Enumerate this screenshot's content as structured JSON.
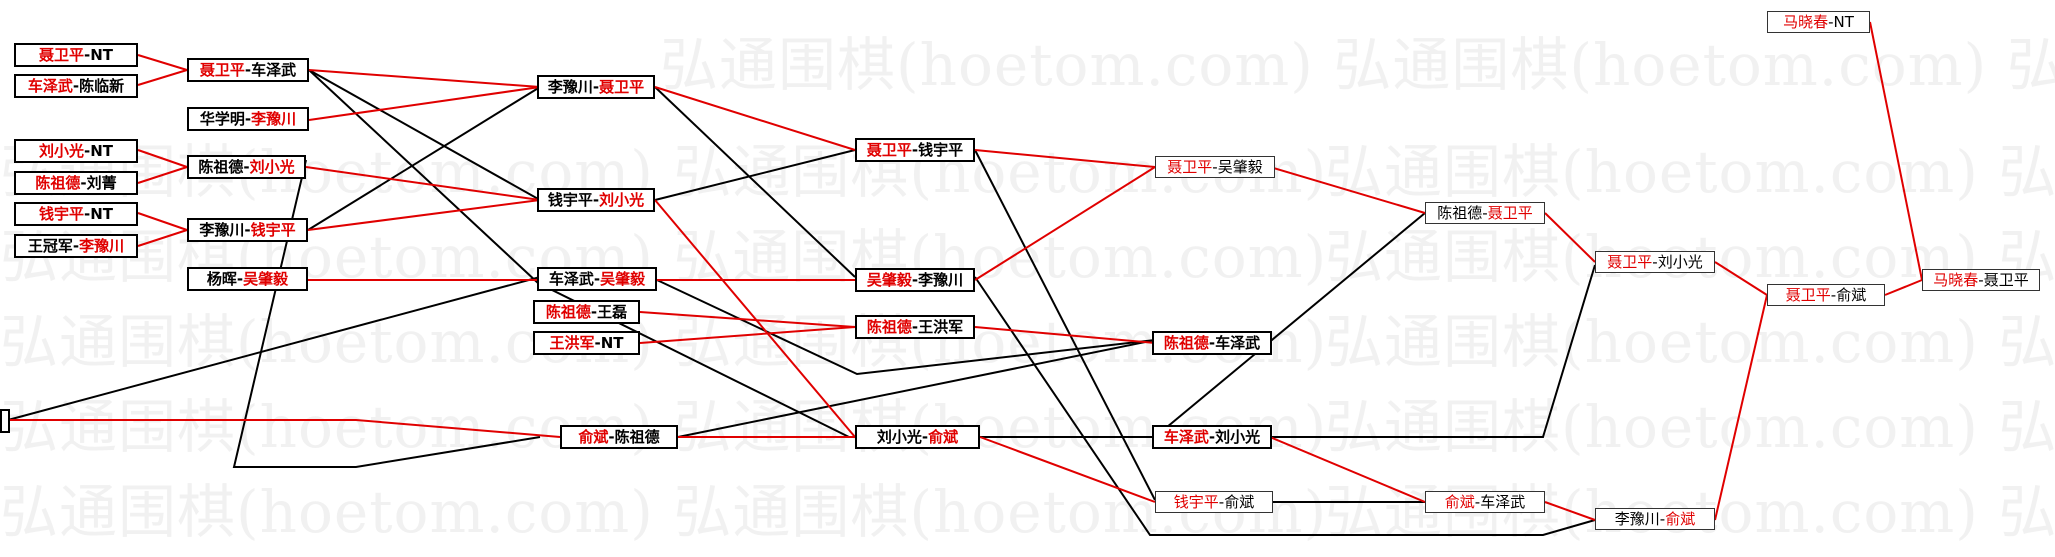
{
  "colors": {
    "winner": "#e00000",
    "line": "#000000",
    "watermark": "#c8c8c8"
  },
  "watermark_text": "弘通围棋(hoetom.com)",
  "matches": [
    {
      "id": "r1a",
      "players": [
        {
          "name": "聂卫平",
          "win": true
        },
        {
          "name": "NT",
          "win": false
        }
      ]
    },
    {
      "id": "r1b",
      "players": [
        {
          "name": "车泽武",
          "win": true
        },
        {
          "name": "陈临新",
          "win": false
        }
      ]
    },
    {
      "id": "r1c",
      "players": [
        {
          "name": "刘小光",
          "win": true
        },
        {
          "name": "NT",
          "win": false
        }
      ]
    },
    {
      "id": "r1d",
      "players": [
        {
          "name": "陈祖德",
          "win": true
        },
        {
          "name": "刘菁",
          "win": false
        }
      ]
    },
    {
      "id": "r1e",
      "players": [
        {
          "name": "钱宇平",
          "win": true
        },
        {
          "name": "NT",
          "win": false
        }
      ]
    },
    {
      "id": "r1f",
      "players": [
        {
          "name": "王冠军",
          "win": false
        },
        {
          "name": "李豫川",
          "win": true
        }
      ]
    },
    {
      "id": "r2a",
      "players": [
        {
          "name": "聂卫平",
          "win": true
        },
        {
          "name": "车泽武",
          "win": false
        }
      ]
    },
    {
      "id": "r2b",
      "players": [
        {
          "name": "华学明",
          "win": false
        },
        {
          "name": "李豫川",
          "win": true
        }
      ]
    },
    {
      "id": "r2c",
      "players": [
        {
          "name": "陈祖德",
          "win": false
        },
        {
          "name": "刘小光",
          "win": true
        }
      ]
    },
    {
      "id": "r2d",
      "players": [
        {
          "name": "李豫川",
          "win": false
        },
        {
          "name": "钱宇平",
          "win": true
        }
      ]
    },
    {
      "id": "r2e",
      "players": [
        {
          "name": "杨晖",
          "win": false
        },
        {
          "name": "吴肇毅",
          "win": true
        }
      ]
    },
    {
      "id": "r3a",
      "players": [
        {
          "name": "李豫川",
          "win": false
        },
        {
          "name": "聂卫平",
          "win": true
        }
      ]
    },
    {
      "id": "r3b",
      "players": [
        {
          "name": "钱宇平",
          "win": false
        },
        {
          "name": "刘小光",
          "win": true
        }
      ]
    },
    {
      "id": "r3c",
      "players": [
        {
          "name": "车泽武",
          "win": false
        },
        {
          "name": "吴肇毅",
          "win": true
        }
      ]
    },
    {
      "id": "r3d",
      "players": [
        {
          "name": "陈祖德",
          "win": true
        },
        {
          "name": "王磊",
          "win": false
        }
      ]
    },
    {
      "id": "r3e",
      "players": [
        {
          "name": "王洪军",
          "win": true
        },
        {
          "name": "NT",
          "win": false
        }
      ]
    },
    {
      "id": "r3f",
      "players": [
        {
          "name": "俞斌",
          "win": true
        },
        {
          "name": "陈祖德",
          "win": false
        }
      ]
    },
    {
      "id": "r4a",
      "players": [
        {
          "name": "聂卫平",
          "win": true
        },
        {
          "name": "钱宇平",
          "win": false
        }
      ]
    },
    {
      "id": "r4b",
      "players": [
        {
          "name": "吴肇毅",
          "win": true
        },
        {
          "name": "李豫川",
          "win": false
        }
      ]
    },
    {
      "id": "r4c",
      "players": [
        {
          "name": "陈祖德",
          "win": true
        },
        {
          "name": "王洪军",
          "win": false
        }
      ]
    },
    {
      "id": "r4d",
      "players": [
        {
          "name": "刘小光",
          "win": false
        },
        {
          "name": "俞斌",
          "win": true
        }
      ]
    },
    {
      "id": "r5a",
      "players": [
        {
          "name": "聂卫平",
          "win": true
        },
        {
          "name": "吴肇毅",
          "win": false
        }
      ]
    },
    {
      "id": "r5b",
      "players": [
        {
          "name": "陈祖德",
          "win": true
        },
        {
          "name": "车泽武",
          "win": false
        }
      ]
    },
    {
      "id": "r5c",
      "players": [
        {
          "name": "车泽武",
          "win": true
        },
        {
          "name": "刘小光",
          "win": false
        }
      ]
    },
    {
      "id": "r5d",
      "players": [
        {
          "name": "钱宇平",
          "win": true
        },
        {
          "name": "俞斌",
          "win": false
        }
      ]
    },
    {
      "id": "r6a",
      "players": [
        {
          "name": "陈祖德",
          "win": false
        },
        {
          "name": "聂卫平",
          "win": true
        }
      ]
    },
    {
      "id": "r6b",
      "players": [
        {
          "name": "俞斌",
          "win": true
        },
        {
          "name": "车泽武",
          "win": false
        }
      ]
    },
    {
      "id": "r7a",
      "players": [
        {
          "name": "聂卫平",
          "win": true
        },
        {
          "name": "刘小光",
          "win": false
        }
      ]
    },
    {
      "id": "r7b",
      "players": [
        {
          "name": "李豫川",
          "win": false
        },
        {
          "name": "俞斌",
          "win": true
        }
      ]
    },
    {
      "id": "r8a",
      "players": [
        {
          "name": "聂卫平",
          "win": true
        },
        {
          "name": "俞斌",
          "win": false
        }
      ]
    },
    {
      "id": "r9a",
      "players": [
        {
          "name": "马晓春",
          "win": true
        },
        {
          "name": "NT",
          "win": false
        }
      ]
    },
    {
      "id": "r9b",
      "players": [
        {
          "name": "马晓春",
          "win": true
        },
        {
          "name": "聂卫平",
          "win": false
        }
      ]
    }
  ]
}
